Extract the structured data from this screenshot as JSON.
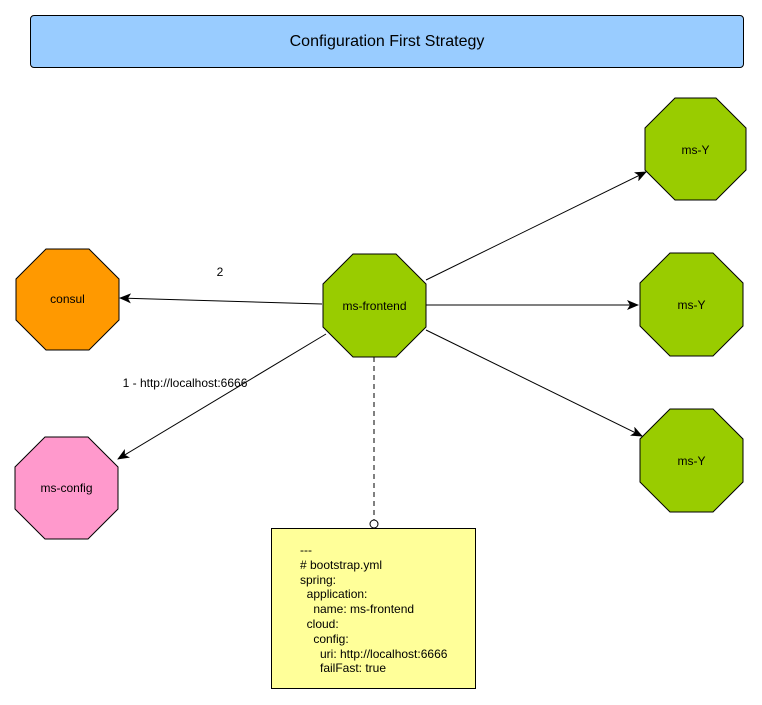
{
  "title": "Configuration First Strategy",
  "nodes": {
    "frontend": {
      "label": "ms-frontend",
      "color": "#99cc00"
    },
    "consul": {
      "label": "consul",
      "color": "#ff9900"
    },
    "config": {
      "label": "ms-config",
      "color": "#ff99cc"
    },
    "y1": {
      "label": "ms-Y",
      "color": "#99cc00"
    },
    "y2": {
      "label": "ms-Y",
      "color": "#99cc00"
    },
    "y3": {
      "label": "ms-Y",
      "color": "#99cc00"
    }
  },
  "edges": {
    "to_consul": {
      "label": "2"
    },
    "to_config": {
      "label": "1 - http://localhost:6666"
    }
  },
  "note": {
    "color": "#ffff99",
    "lines": [
      "---",
      "# bootstrap.yml",
      "spring:",
      "  application:",
      "    name: ms-frontend",
      "  cloud:",
      "    config:",
      "      uri: http://localhost:6666",
      "      failFast: true"
    ]
  }
}
